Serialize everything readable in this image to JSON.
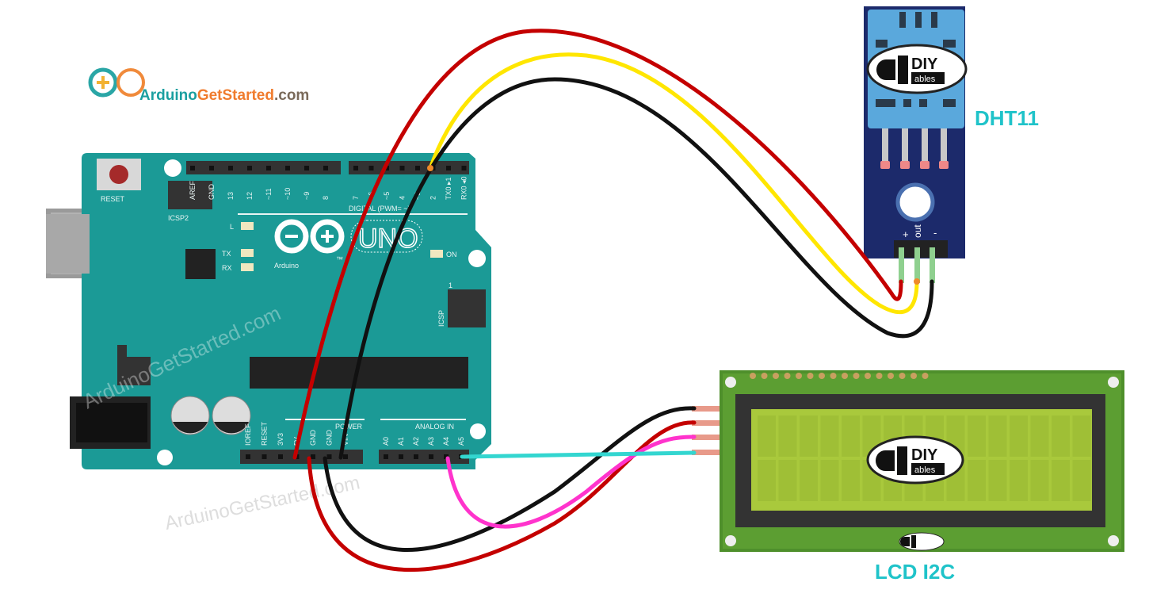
{
  "logo": {
    "part1": "Arduino",
    "part2": "GetStarted",
    "part3": ".com"
  },
  "watermark": "ArduinoGetStarted.com",
  "arduino": {
    "reset_label": "RESET",
    "icsp2_label": "ICSP2",
    "icsp_label": "ICSP",
    "icsp_pin1": "1",
    "digital_label": "DIGITAL (PWM= ~)",
    "digital_pins_left": [
      "AREF",
      "GND",
      "13",
      "12",
      "~11",
      "~10",
      "~9",
      "8"
    ],
    "digital_pins_right": [
      "7",
      "~6",
      "~5",
      "4",
      "~3",
      "2",
      "TX0 ▸1",
      "RX0 ◂0"
    ],
    "led_l": "L",
    "led_tx": "TX",
    "led_rx": "RX",
    "led_on": "ON",
    "brand": "Arduino",
    "model": "UNO",
    "tm": "™",
    "power_label": "POWER",
    "power_pins": [
      "IOREF",
      "RESET",
      "3V3",
      "5V",
      "GND",
      "GND",
      "VIN"
    ],
    "analog_label": "ANALOG IN",
    "analog_pins": [
      "A0",
      "A1",
      "A2",
      "A3",
      "A4",
      "A5"
    ]
  },
  "dht11": {
    "title": "DHT11",
    "pin_plus": "+",
    "pin_out": "out",
    "pin_minus": "-",
    "brand_top": "DIY",
    "brand_bottom": "ables"
  },
  "lcd": {
    "title": "LCD I2C",
    "brand_top": "DIY",
    "brand_bottom": "ables"
  },
  "colors": {
    "board": "#1b9a96",
    "label": "#1fc3c9",
    "vcc": "#c40000",
    "signal": "#ffe600",
    "gnd": "#111111",
    "sda": "#ff33cc",
    "scl": "#33d6d0",
    "lcd_pcb": "#4e8f2b",
    "lcd_screen": "#a9c93c",
    "dht_pcb": "#1c2a6b",
    "dht_sensor": "#5aa8dc"
  }
}
